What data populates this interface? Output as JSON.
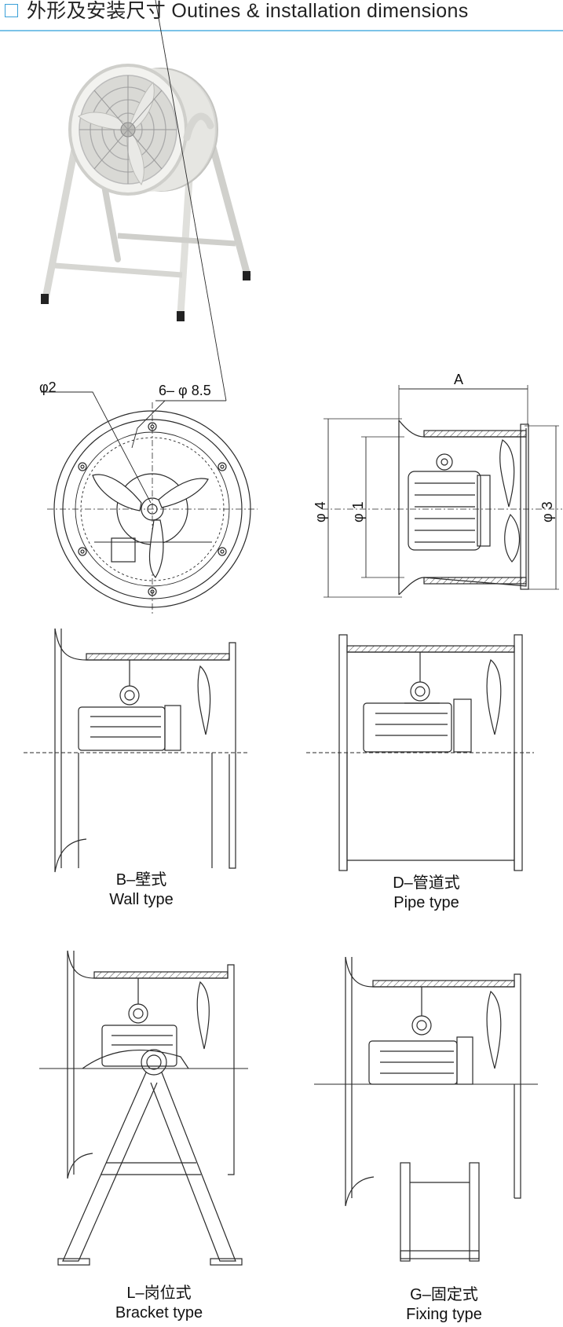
{
  "header": {
    "title": "外形及安装尺寸 Outines & installation dimensions"
  },
  "dimensions": {
    "phi2": "φ2",
    "holes": "6– φ 8.5",
    "a": "A",
    "phi4": "φ 4",
    "phi1": "φ 1",
    "phi3": "φ 3"
  },
  "types": [
    {
      "code": "B–壁式",
      "name": "Wall  type"
    },
    {
      "code": "D–管道式",
      "name": "Pipe  type"
    },
    {
      "code": "L–岗位式",
      "name": "Bracket  type"
    },
    {
      "code": "G–固定式",
      "name": "Fixing  type"
    }
  ],
  "colors": {
    "accent": "#3aa0d8",
    "rule": "#7cc3e8",
    "ink": "#2a2a2a"
  }
}
